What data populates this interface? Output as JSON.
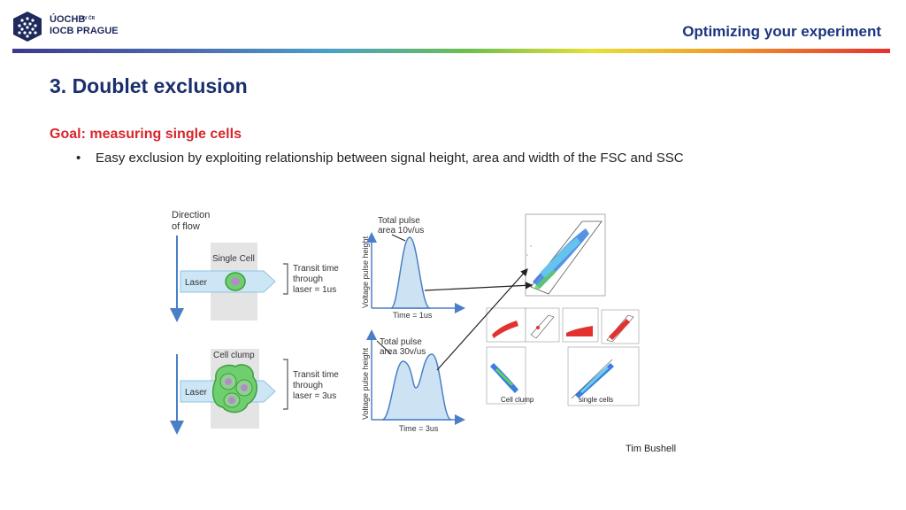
{
  "header": {
    "logo_line1": "ÚOCHB",
    "logo_line2": "IOCB PRAGUE",
    "logo_tiny": "AV ČR",
    "section": "Optimizing your experiment"
  },
  "slide": {
    "title": "3. Doublet exclusion",
    "goal": "Goal: measuring single cells",
    "bullets": [
      "Easy exclusion by exploiting relationship between signal height, area and width of the FSC and SSC"
    ]
  },
  "figure": {
    "direction_l1": "Direction",
    "direction_l2": "of flow",
    "single_cell": "Single Cell",
    "cell_clump": "Cell clump",
    "laser": "Laser",
    "transit_top": [
      "Transit time",
      "through",
      "laser = 1us"
    ],
    "transit_bottom": [
      "Transit time",
      "through",
      "laser = 3us"
    ],
    "pulse_top": [
      "Total pulse",
      "area 10v/us"
    ],
    "pulse_bottom": [
      "Total pulse",
      "area 30v/us"
    ],
    "ylabel": "Voltage pulse height",
    "time_top": "Time = 1us",
    "time_bottom": "Time = 3us",
    "plot_cell_clump": "Cell clump",
    "plot_single_cells": "single cells"
  },
  "credit": "Tim Bushell",
  "colors": {
    "navy": "#1b2f6e",
    "accent_red": "#d8262c",
    "cell_green": "#5fbf5f",
    "flow_blue": "#4a7fc6"
  }
}
